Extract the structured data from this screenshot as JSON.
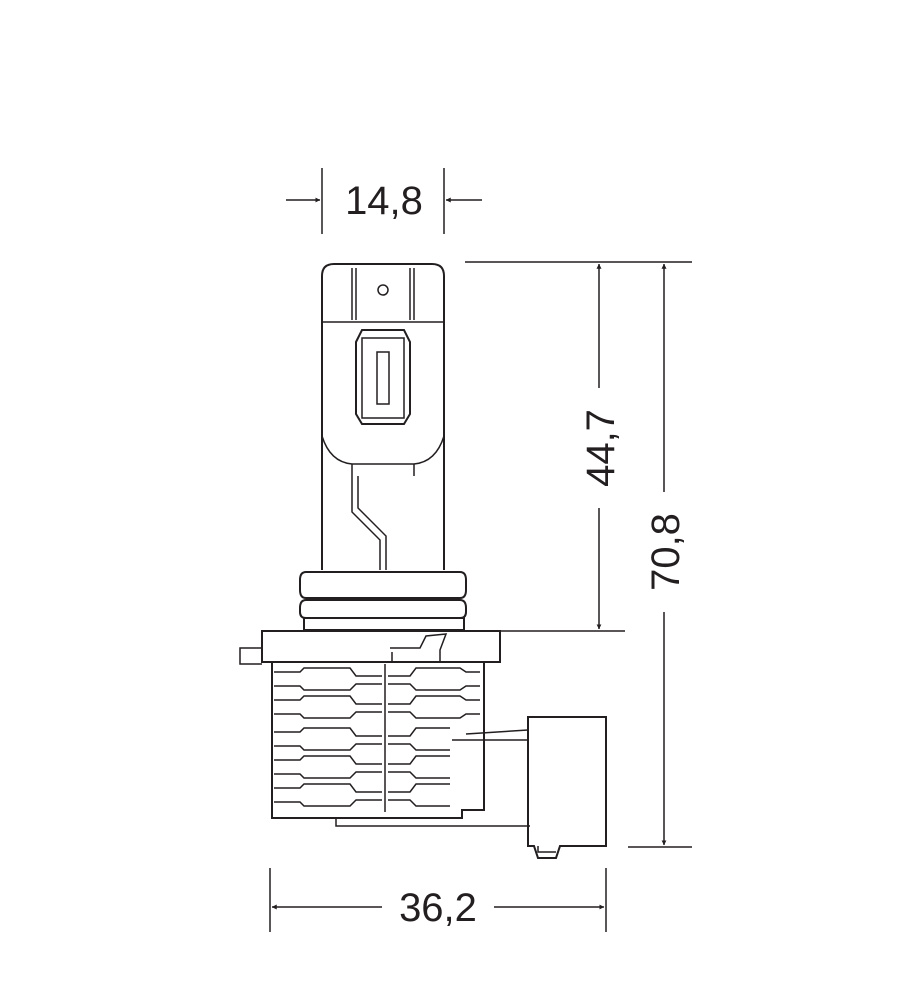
{
  "dimensions": {
    "top_width": "14,8",
    "upper_height": "44,7",
    "total_height": "70,8",
    "bottom_width": "36,2"
  },
  "colors": {
    "line": "#231f20",
    "background": "#ffffff"
  }
}
